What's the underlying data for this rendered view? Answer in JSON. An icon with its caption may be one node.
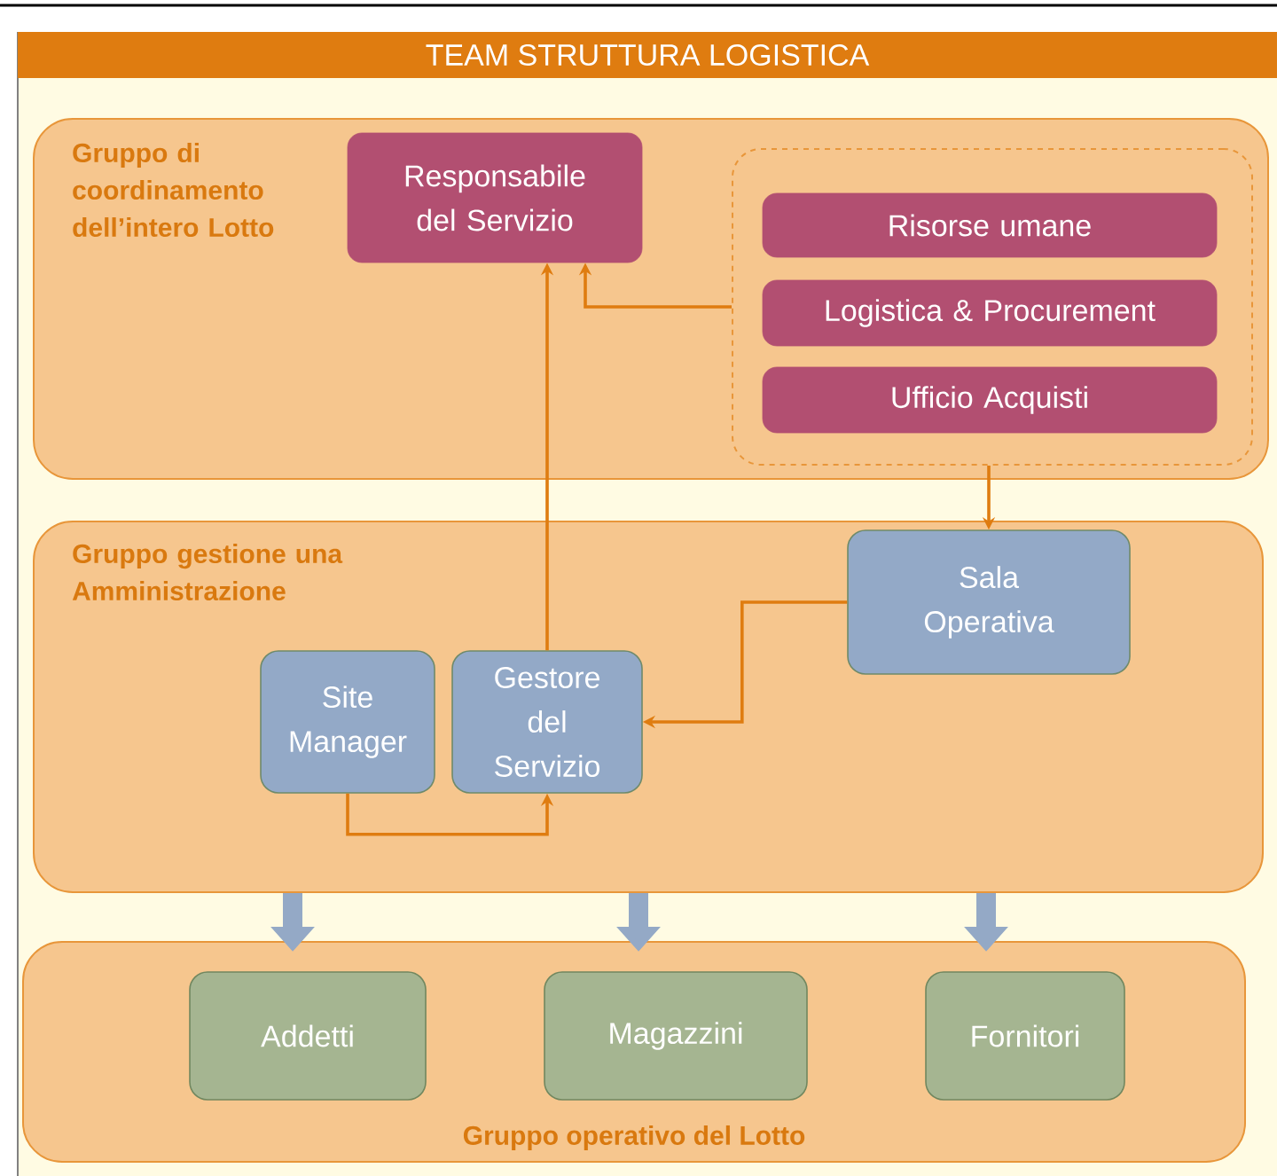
{
  "diagram": {
    "title": "TEAM STRUTTURA LOGISTICA",
    "nodes": [
      {
        "text": [
          "Gruppo di coordinamento dell’intero Lotto"
        ]
      },
      {
        "text": [
          "Responsabile del Servizio"
        ],
        "in": 0
      },
      {
        "text": [],
        "shape": "box",
        "in": 0
      },
      {
        "text": [
          "Risorse umane"
        ],
        "in": 2
      },
      {
        "text": [
          "Logistica & Procurement"
        ],
        "in": 2
      },
      {
        "text": [
          "Ufficio Acquisti"
        ],
        "in": 2
      },
      {
        "text": [
          "Gruppo gestione una Amministrazione"
        ]
      },
      {
        "text": [
          "Sala Operativa"
        ],
        "in": 6
      },
      {
        "text": [
          "Site Manager"
        ],
        "in": 6
      },
      {
        "text": [
          "Gestore del Servizio"
        ],
        "in": 6
      },
      {
        "text": [
          "Gruppo operativo del Lotto"
        ]
      },
      {
        "text": [
          "Addetti"
        ],
        "in": 10
      },
      {
        "text": [
          "Magazzini"
        ],
        "in": 10
      },
      {
        "text": [
          "Fornitori"
        ],
        "in": 10
      }
    ],
    "edges": [
      {
        "from": 2,
        "to": 1,
        "arrow": "to"
      },
      {
        "from": 9,
        "to": 1,
        "arrow": "to"
      },
      {
        "from": 2,
        "to": 7,
        "arrow": "to"
      },
      {
        "from": 7,
        "to": 9,
        "arrow": "to"
      },
      {
        "from": 8,
        "to": 9,
        "arrow": "to"
      },
      {
        "from": 6,
        "to": 10,
        "arrow": "to",
        "style": "thick",
        "color": "#94a9c6"
      },
      {
        "from": 6,
        "to": 10,
        "arrow": "to",
        "style": "thick",
        "color": "#94a9c6"
      },
      {
        "from": 6,
        "to": 10,
        "arrow": "to",
        "style": "thick",
        "color": "#94a9c6"
      }
    ]
  }
}
